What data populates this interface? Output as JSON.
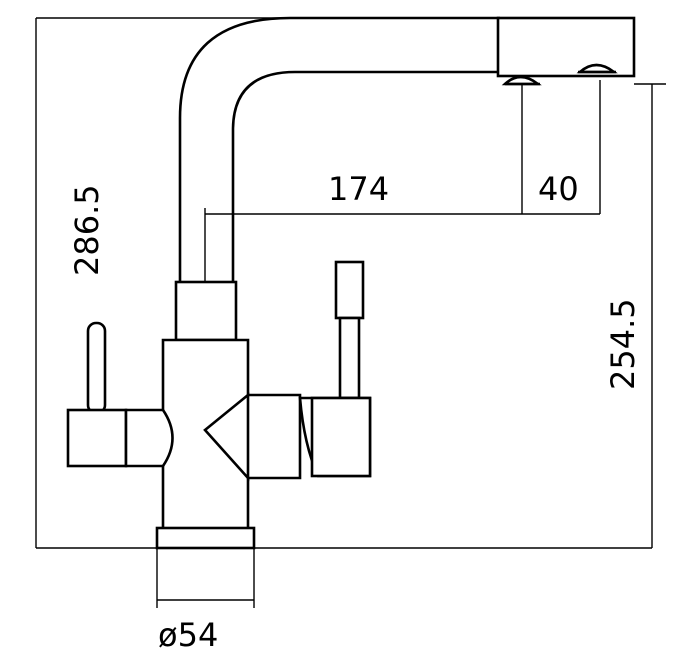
{
  "dimensions": {
    "total_height": "286.5",
    "spout_height": "254.5",
    "spout_reach": "174",
    "outlet_spacing": "40",
    "base_diameter": "ø54"
  }
}
